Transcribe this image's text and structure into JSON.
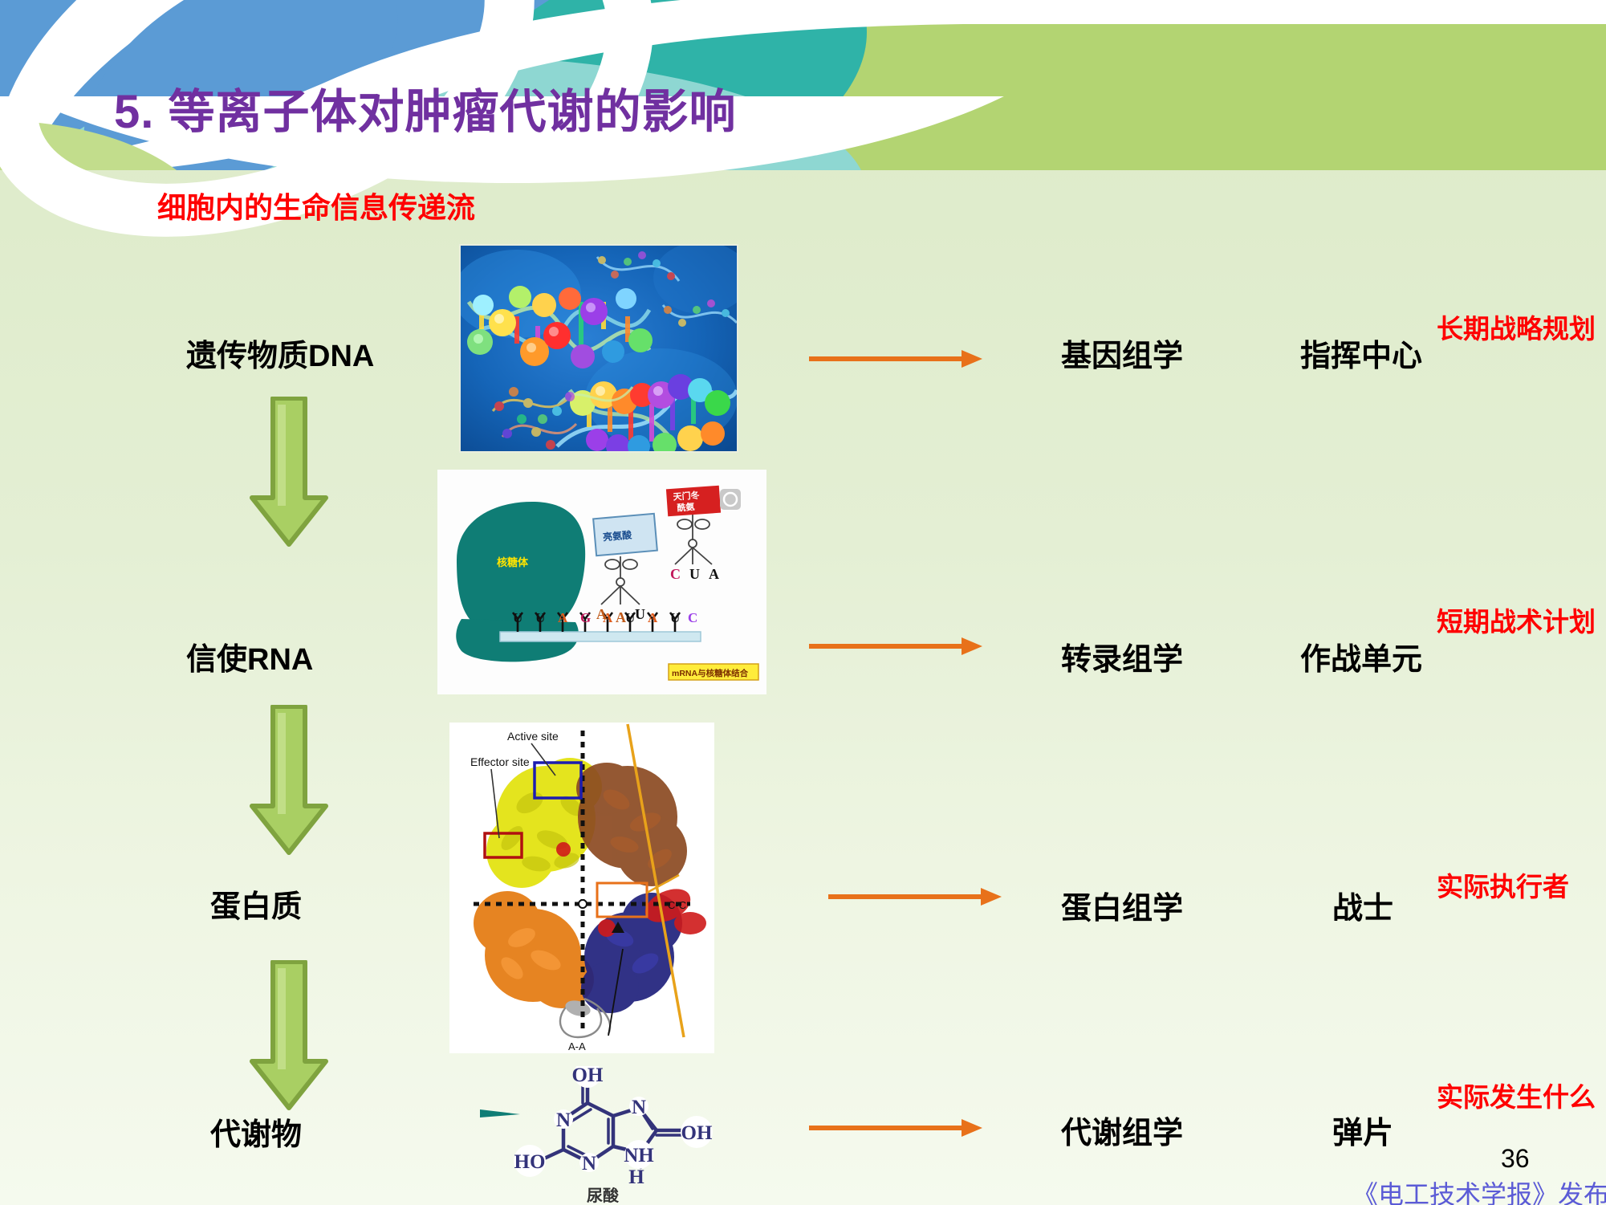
{
  "slide": {
    "title": "5. 等离子体对肿瘤代谢的影响",
    "subtitle": "细胞内的生命信息传递流",
    "page_number": "36",
    "footer": "《电工技术学报》发布",
    "colors": {
      "title": "#7030a0",
      "subtitle": "#ff0000",
      "note": "#ff0000",
      "arrow_green": "#a9cf63",
      "arrow_orange": "#e8711a",
      "footer": "#5b5bd6",
      "header_blue": "#5b9bd5",
      "header_teal": "#31b0a5",
      "header_light_teal": "#86d6d0",
      "header_green": "#b5d674"
    }
  },
  "flow": {
    "rows": [
      {
        "stage": "遗传物质DNA",
        "omics": "基因组学",
        "role": "指挥中心",
        "note": "长期战略规划"
      },
      {
        "stage": "信使RNA",
        "omics": "转录组学",
        "role": "作战单元",
        "note": "短期战术计划"
      },
      {
        "stage": "蛋白质",
        "omics": "蛋白组学",
        "role": "战士",
        "note": "实际执行者"
      },
      {
        "stage": "代谢物",
        "omics": "代谢组学",
        "role": "弹片",
        "note": "实际发生什么"
      }
    ]
  },
  "images": {
    "dna": {
      "caption": "",
      "description": "DNA double helix"
    },
    "ribosome": {
      "ribosome_label": "核糖体",
      "amino_acid_blue": "亮氨酸",
      "amino_acid_red": "天门冬酰胺",
      "banner": "mRNA与核糖体结合",
      "trna_anticodon": [
        "A",
        "A",
        "U"
      ],
      "trna_anticodon2": [
        "C",
        "U",
        "A"
      ],
      "mrna_bases": [
        "U",
        "U",
        "A",
        "G",
        "A",
        "U",
        "A",
        "U",
        "C"
      ]
    },
    "protein": {
      "active_site": "Active site",
      "effector_site": "Effector site",
      "section_cc": "C-C",
      "section_aa": "A-A"
    },
    "metabolite": {
      "name": "尿酸",
      "atoms": {
        "oh_top": "OH",
        "oh_right": "OH",
        "ho_left": "HO",
        "n1": "N",
        "n2": "N",
        "n3": "N",
        "n4": "N",
        "h": "H"
      }
    }
  }
}
